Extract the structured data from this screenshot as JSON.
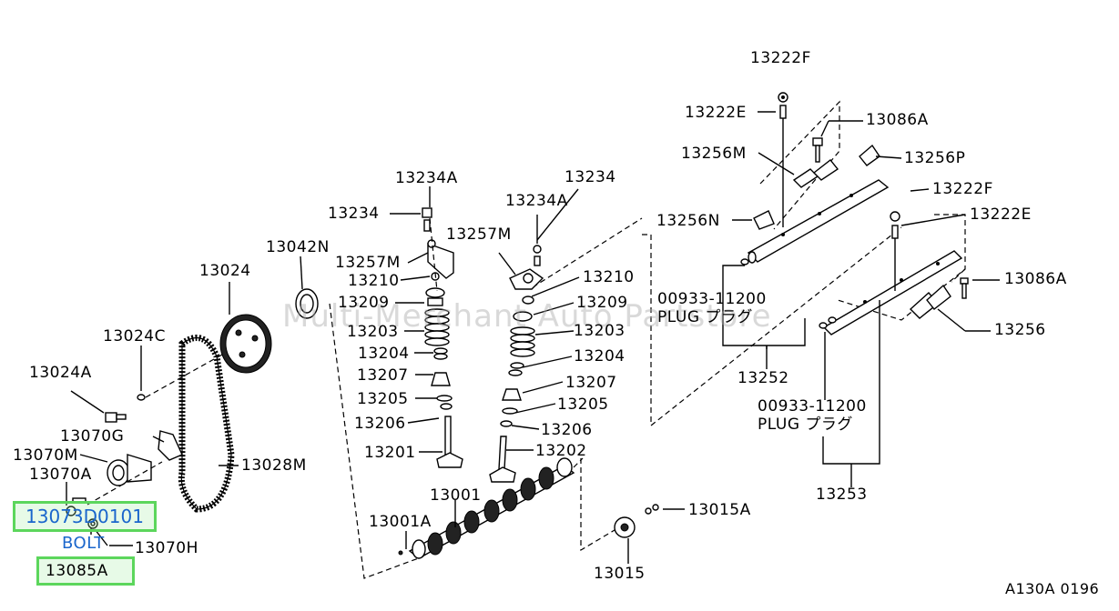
{
  "watermark": "Multi-Merchant Auto Partstore",
  "diagram_code": "A130A 0196",
  "highlight": {
    "part_number": "13073D0101",
    "part_name": "BOLT",
    "related_part": "13085A"
  },
  "labels": {
    "p13222F_top": "13222F",
    "p13222E_top": "13222E",
    "p13086A_top": "13086A",
    "p13256M": "13256M",
    "p13256P": "13256P",
    "p13222F_mid": "13222F",
    "p13222E_mid": "13222E",
    "p13256N": "13256N",
    "p13086A_mid": "13086A",
    "p13256": "13256",
    "plug1_num": "00933-11200",
    "plug1_name": "PLUG プラグ",
    "p13252": "13252",
    "plug2_num": "00933-11200",
    "plug2_name": "PLUG プラグ",
    "p13253": "13253",
    "p13234A_l": "13234A",
    "p13234_l": "13234",
    "p13257M_l": "13257M",
    "p13210_l": "13210",
    "p13209_l": "13209",
    "p13203_l": "13203",
    "p13204_l": "13204",
    "p13207_l": "13207",
    "p13205_l": "13205",
    "p13206_l": "13206",
    "p13201": "13201",
    "p13234_r": "13234",
    "p13234A_r": "13234A",
    "p13257M_r": "13257M",
    "p13210_r": "13210",
    "p13209_r": "13209",
    "p13203_r": "13203",
    "p13204_r": "13204",
    "p13207_r": "13207",
    "p13205_r": "13205",
    "p13206_r": "13206",
    "p13202": "13202",
    "p13001": "13001",
    "p13001A": "13001A",
    "p13015A": "13015A",
    "p13015": "13015",
    "p13042N": "13042N",
    "p13024": "13024",
    "p13024C": "13024C",
    "p13024A": "13024A",
    "p13070G": "13070G",
    "p13070M": "13070M",
    "p13070A": "13070A",
    "p13028M": "13028M",
    "p13070H": "13070H"
  },
  "colors": {
    "highlight_border": "#5cd65c",
    "highlight_text": "#1a66cc",
    "line": "#000000",
    "watermark": "#aaaaaa"
  }
}
